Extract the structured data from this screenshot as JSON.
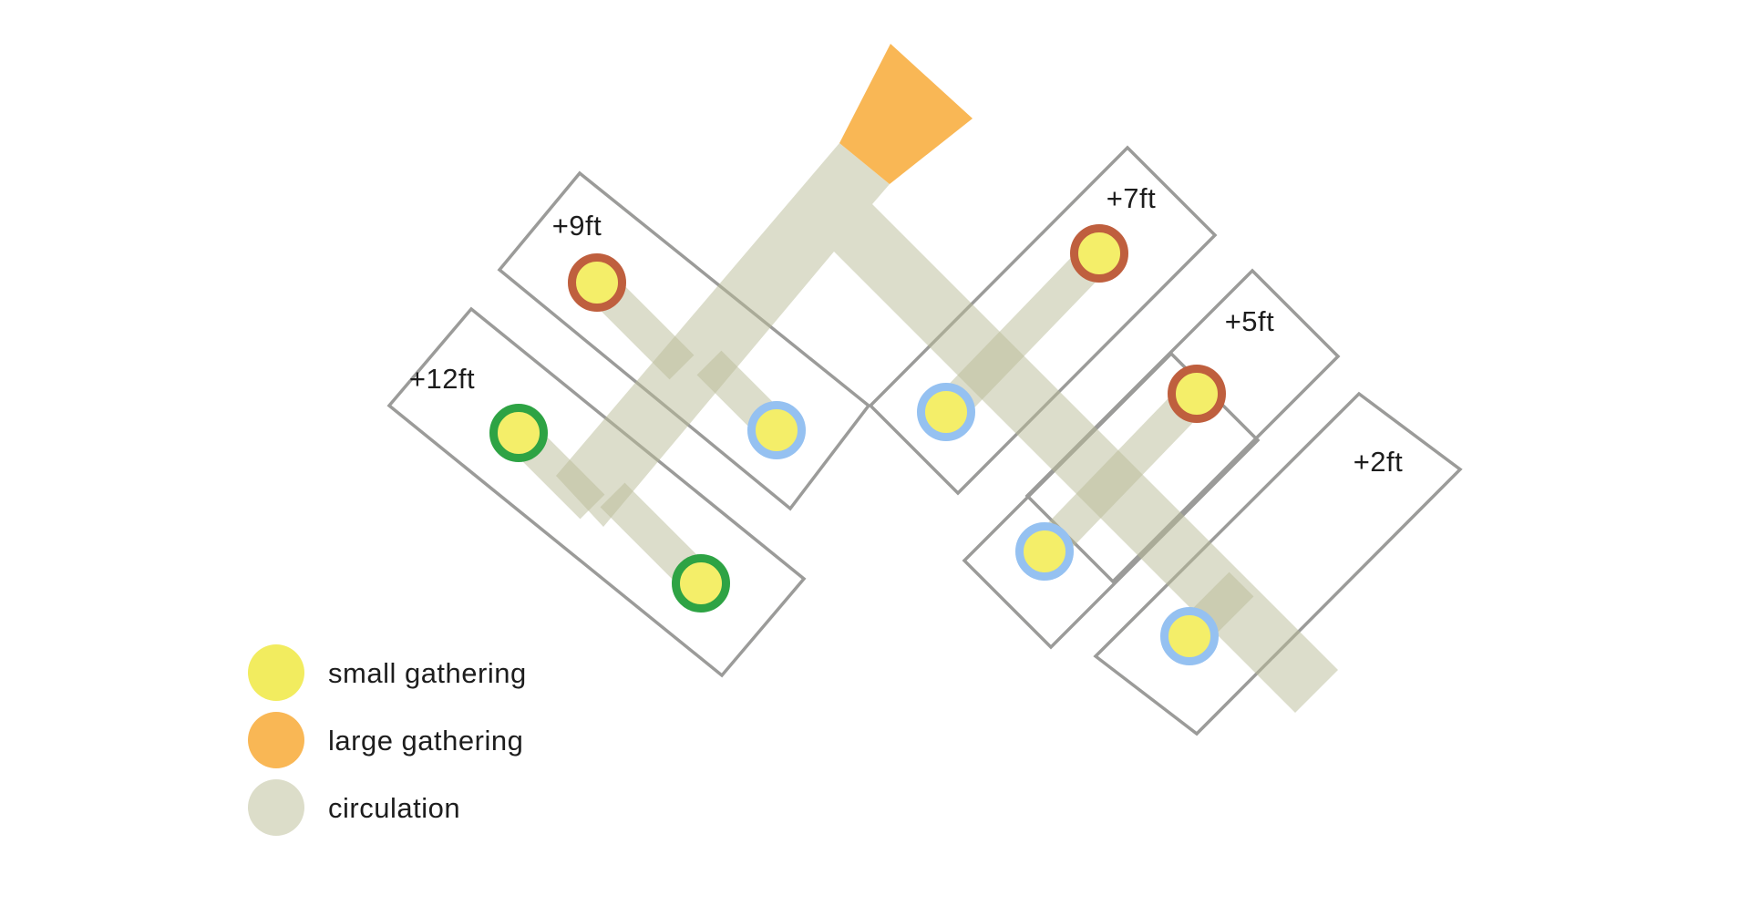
{
  "platforms": [
    {
      "label": "+9ft"
    },
    {
      "label": "+12ft"
    },
    {
      "label": "+7ft"
    },
    {
      "label": "+5ft"
    },
    {
      "label": "+2ft"
    }
  ],
  "legend": {
    "items": [
      {
        "label": "small gathering",
        "color": "#f2ec5f"
      },
      {
        "label": "large gathering",
        "color": "#f9b755"
      },
      {
        "label": "circulation",
        "color": "#dcddc9"
      }
    ]
  },
  "colors": {
    "node_fill": "#f4ee69",
    "ring_red": "#bf5f3e",
    "ring_green": "#2ea344",
    "ring_blue": "#95c1f1",
    "band": "#b9bb98",
    "large_gathering": "#f9b755",
    "block_outline": "#9b9b99",
    "text": "#1d1d1d",
    "background": "#ffffff"
  }
}
